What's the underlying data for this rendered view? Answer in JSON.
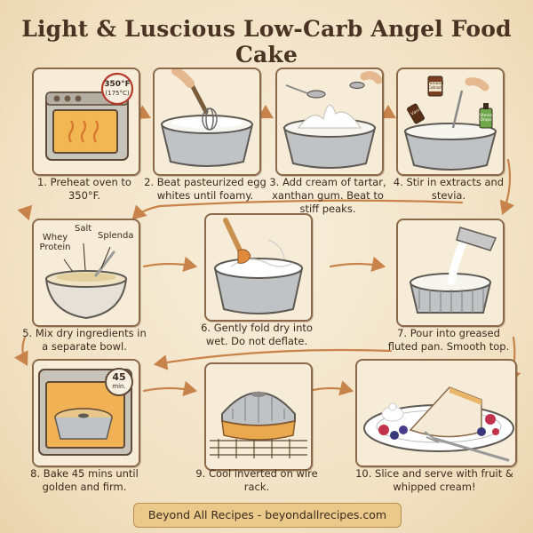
{
  "title": "Light & Luscious Low-Carb Angel Food Cake",
  "steps": [
    {
      "caption": "1. Preheat oven to 350°F."
    },
    {
      "caption": "2. Beat pasteurized egg whites until foamy."
    },
    {
      "caption": "3. Add cream of tartar, xanthan gum. Beat to stiff peaks."
    },
    {
      "caption": "4. Stir in extracts and stevia."
    },
    {
      "caption": "5. Mix dry ingredients in a separate bowl."
    },
    {
      "caption": "6. Gently fold dry into wet. Do not deflate."
    },
    {
      "caption": "7. Pour into greased fluted pan. Smooth top."
    },
    {
      "caption": "8. Bake 45 mins until golden and firm."
    },
    {
      "caption": "9. Cool inverted on wire rack."
    },
    {
      "caption": "10. Slice and serve with fruit & whipped cream!"
    }
  ],
  "labels": {
    "oven_temp_f": "350°F",
    "oven_temp_c": "(175°C)",
    "almond_extract": "Almond Extract",
    "vanilla": "Vanilla",
    "stevia": "Stevia Drops",
    "whey_protein": "Whey Protein",
    "salt": "Salt",
    "splenda": "Splenda",
    "timer": "45",
    "timer_unit": "min."
  },
  "footer": "Beyond All Recipes - beyondallrecipes.com",
  "colors": {
    "background": "#f3e6cc",
    "panel_border": "#8b6a4a",
    "arrow": "#c8834a",
    "footer_bg": "#eac98a"
  }
}
